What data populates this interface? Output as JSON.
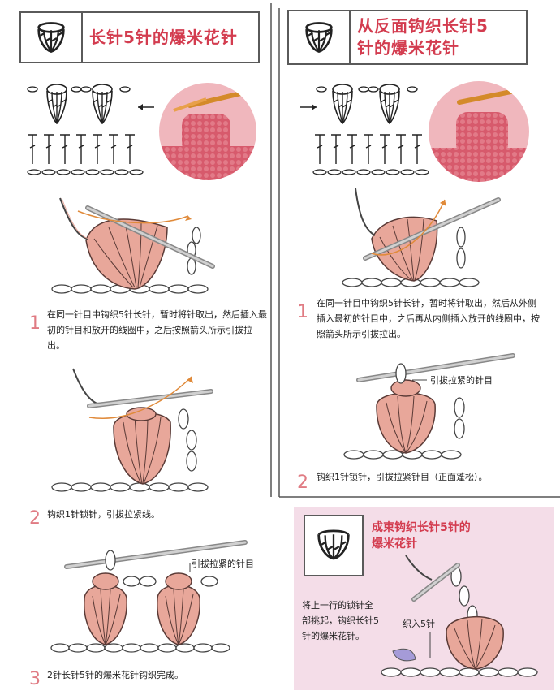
{
  "left_panel": {
    "title": "长针5针的爆米花针",
    "step1": {
      "num": "1",
      "text": "在同一针目中钩织5针长针，暂时将针取出，然后插入最初的针目和放开的线圈中，之后按照箭头所示引拔拉出。"
    },
    "step2": {
      "num": "2",
      "text": "钩织1针锁针，引拔拉紧线。"
    },
    "step3": {
      "num": "3",
      "text": "2针长针5针的爆米花针钩织完成。",
      "label": "引拔拉紧的针目"
    }
  },
  "right_panel": {
    "title_line1": "从反面钩织长针5",
    "title_line2": "针的爆米花针",
    "step1": {
      "num": "1",
      "text": "在同一针目中钩织5针长针，暂时将针取出，然后从外侧插入最初的针目中，之后再从内侧插入放开的线圈中，按照箭头所示引拔拉出。"
    },
    "step2": {
      "num": "2",
      "text": "钩织1针锁针，引拔拉紧针目（正面蓬松）。",
      "label": "引拔拉紧的针目"
    }
  },
  "bottom_box": {
    "title_line1": "成束钩织长针5针的",
    "title_line2": "爆米花针",
    "text": "将上一行的锁针全部挑起，钩织长针5针的爆米花针。",
    "label": "织入5针"
  },
  "colors": {
    "accent": "#d33c4f",
    "step_number": "#e07b83",
    "stitch_fill": "#e8a79a",
    "photo_yarn": "#d9546a",
    "box_bg": "#f4dde8"
  },
  "icons": [
    "popcorn-stitch-symbol-icon",
    "crochet-hook-icon",
    "arrow-icon"
  ]
}
